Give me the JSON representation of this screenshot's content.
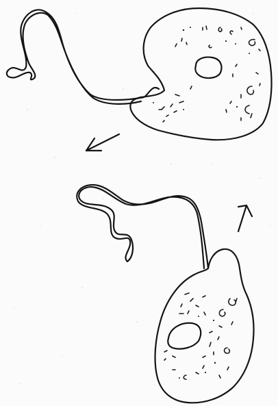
{
  "figure": {
    "description_visible_text": "",
    "panels": [
      {
        "name": "top-cell",
        "direction_arrow": "down-left"
      },
      {
        "name": "bottom-cell",
        "direction_arrow": "up"
      }
    ]
  },
  "colors": {
    "ink": "#141414",
    "paper": "#fbfbfb"
  }
}
